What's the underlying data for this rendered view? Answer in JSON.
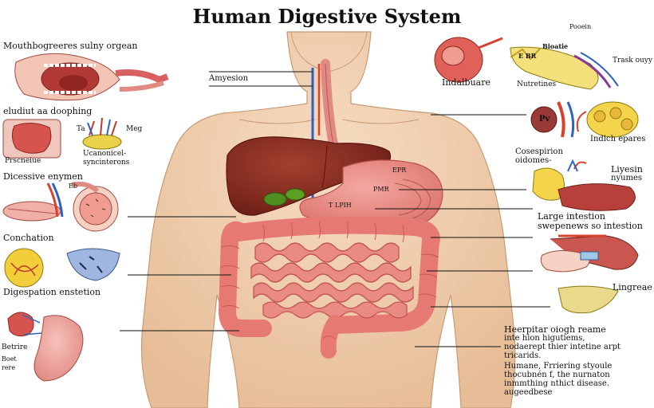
{
  "title": "Human Digestive System",
  "labels": {
    "mouth_organ": "Mouthbogreeres sulny orgean",
    "amyesion": "Amyesion",
    "eludiut": "eludiut aa doophing",
    "prscneiue": "Prscneiue",
    "ta": "Ta",
    "meg": "Meg",
    "ucanonicel": "Ucanonicel-",
    "syncinterons": "syncinterons",
    "dicessive": "Dicessive enymen",
    "eb": "Eb",
    "conchation": "Conchation",
    "digespation": "Digespation enstetion",
    "betrire": "Betrire",
    "boet": "Boet",
    "rere": "rere",
    "pooein": "Pooein",
    "bioatie": "Bioatie",
    "e_br": "E   BR",
    "trask": "Trask ouyy",
    "indalbuare": "Indalbuare",
    "nutretines": "Nutretines",
    "pv": "Pv",
    "indich": "Indich epares",
    "cosespirion": "Cosespirion",
    "oidomes": "oidomes-",
    "liyesin": "Liyesin",
    "nyumes": "nyumes",
    "large_intestion": "Large intestion",
    "swepenews": "swepenews so intestion",
    "lingreae": "Lingreae",
    "epr": "EPR",
    "pmr": "PMR",
    "t_lpih": "T   LPIH",
    "para_lines": [
      "Heerpitar oiogh reame",
      "inte hion higutiems,",
      "nodaerept thier intetine arpt",
      "tricarids.",
      "Humane, Frriering styoule",
      "thocubnén f, the nurnaton",
      "inmmthing nthict disease.",
      "augeedbese"
    ]
  },
  "colors": {
    "skin": "#f1d2b3",
    "skin_shadow": "#e2b791",
    "liver": "#8e2e22",
    "gallbladder": "#4f8f1f",
    "stomach": "#e98c86",
    "intestine": "#e67a73",
    "intestine_dark": "#c95a55",
    "esophagus": "#e08a82",
    "artery": "#d84030",
    "vein": "#3060c0",
    "line": "#111111"
  },
  "icons": [
    "mouth-icon",
    "tongue-icon",
    "salivary-gland-icon",
    "enzyme-icon",
    "villi-icon",
    "cell-icon",
    "stomach-icon",
    "pancreas-icon",
    "heart-valve-icon",
    "kidney-icon",
    "appendix-icon",
    "liver-small-icon"
  ]
}
